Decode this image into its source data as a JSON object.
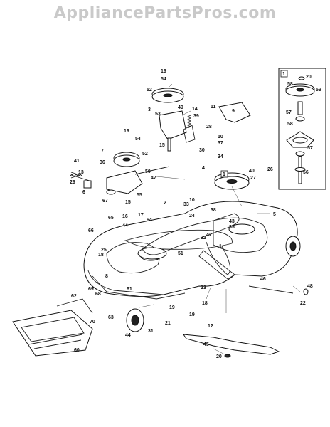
{
  "watermark": "AppliancePartsPros.com",
  "inset_marker": "1",
  "deck_marker": "1",
  "part_numbers": [
    "19",
    "54",
    "52",
    "53",
    "49",
    "14",
    "3",
    "39",
    "11",
    "9",
    "28",
    "10",
    "37",
    "30",
    "34",
    "4",
    "15",
    "19",
    "54",
    "52",
    "41",
    "13",
    "7",
    "36",
    "50",
    "29",
    "47",
    "6",
    "55",
    "67",
    "15",
    "40",
    "26",
    "27",
    "2",
    "10",
    "33",
    "38",
    "65",
    "16",
    "17",
    "64",
    "24",
    "5",
    "44",
    "66",
    "25",
    "51",
    "18",
    "32",
    "43",
    "35",
    "8",
    "42",
    "1",
    "61",
    "68",
    "69",
    "70",
    "62",
    "23",
    "18",
    "19",
    "21",
    "19",
    "31",
    "63",
    "44",
    "60",
    "46",
    "48",
    "22",
    "12",
    "45",
    "20",
    "58",
    "59",
    "57",
    "56",
    "58",
    "57",
    "20"
  ]
}
